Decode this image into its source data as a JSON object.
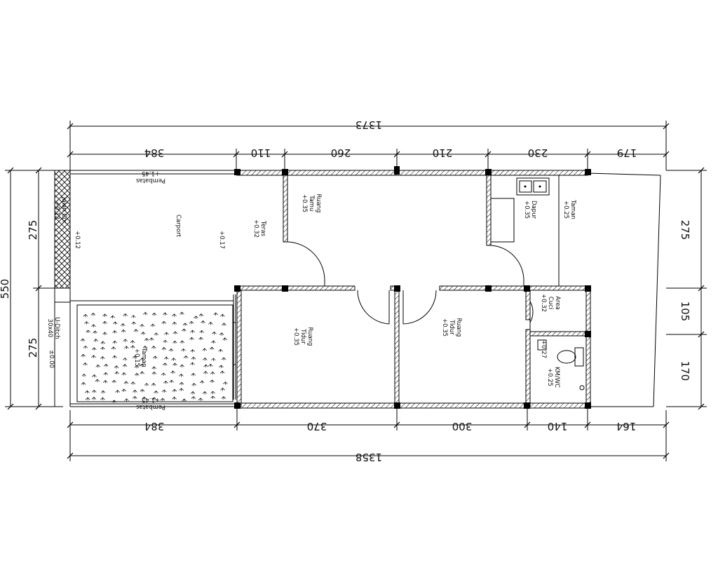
{
  "dimensions": {
    "top_total": "1373",
    "top_segments": [
      "384",
      "110",
      "260",
      "210",
      "230",
      "179"
    ],
    "bottom_total": "1358",
    "bottom_segments": [
      "384",
      "370",
      "300",
      "140",
      "164"
    ],
    "left_total": "550",
    "left_segments": [
      "275",
      "275"
    ],
    "right_segments": [
      "275",
      "105",
      "170"
    ]
  },
  "rooms": {
    "pembatas_top": [
      "Pembatas",
      "+1.45"
    ],
    "pembatas_bottom": [
      "Pembatas",
      "+1.45"
    ],
    "jalan_cor": [
      "Jalan Cor",
      "+0.12"
    ],
    "level_012": "+0.12",
    "u_ditch": [
      "U-Ditch",
      "30x40"
    ],
    "level_000": "±0.00",
    "carport": [
      "Carport"
    ],
    "level_017": "+0.17",
    "teras": [
      "Teras",
      "+0.32"
    ],
    "ruang_tamu": [
      "Ruang",
      "Tamu",
      "+0.35"
    ],
    "dapur": [
      "Dapur",
      "+0.35"
    ],
    "taman_right": [
      "Taman",
      "+0.25"
    ],
    "area_cuci": [
      "Area",
      "Cuci",
      "+0.32"
    ],
    "ruang_tidur_1": [
      "Ruang",
      "Tidur",
      "+0.35"
    ],
    "ruang_tidur_2": [
      "Ruang",
      "Tidur",
      "+0.35"
    ],
    "taman_left": [
      "Taman",
      "+0.15"
    ],
    "level_027": "+0.27",
    "kmwc": [
      "KM/WC",
      "+0.25"
    ]
  }
}
